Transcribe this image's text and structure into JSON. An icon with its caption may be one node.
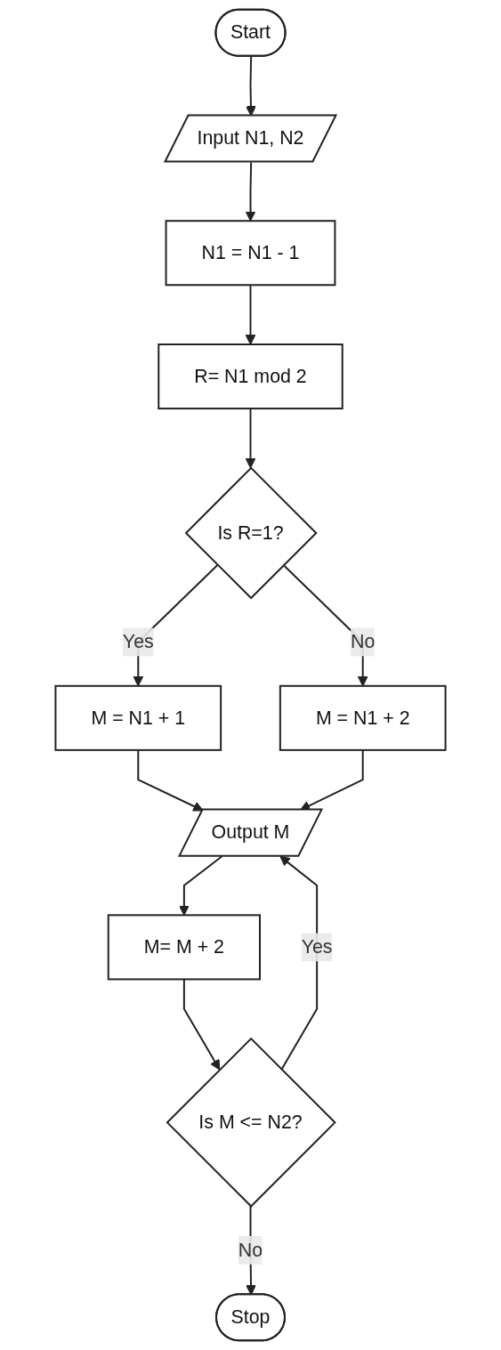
{
  "diagram": {
    "nodes": [
      {
        "text": [
          "Start"
        ]
      },
      {
        "text": [
          "Input N1, N2"
        ]
      },
      {
        "text": [
          "N1 = N1 - 1"
        ]
      },
      {
        "text": [
          "R= N1 mod 2"
        ]
      },
      {
        "text": [
          "Is R=1?"
        ]
      },
      {
        "text": [
          "M = N1 + 1"
        ]
      },
      {
        "text": [
          "M = N1 + 2"
        ]
      },
      {
        "text": [
          "Output M"
        ]
      },
      {
        "text": [
          "M= M + 2"
        ]
      },
      {
        "text": [
          "Is M <= N2?"
        ]
      },
      {
        "text": [
          "Stop"
        ]
      }
    ],
    "edges": [
      {
        "from": 0,
        "to": 1,
        "arrow": "to"
      },
      {
        "from": 1,
        "to": 2,
        "arrow": "to"
      },
      {
        "from": 2,
        "to": 3,
        "arrow": "to"
      },
      {
        "from": 3,
        "to": 4,
        "arrow": "to"
      },
      {
        "from": 4,
        "to": 5,
        "label": "Yes",
        "arrow": "to"
      },
      {
        "from": 4,
        "to": 6,
        "label": "No",
        "arrow": "to"
      },
      {
        "from": 5,
        "to": 7,
        "arrow": "to"
      },
      {
        "from": 6,
        "to": 7,
        "arrow": "to"
      },
      {
        "from": 7,
        "to": 8,
        "arrow": "to"
      },
      {
        "from": 8,
        "to": 9,
        "arrow": "to"
      },
      {
        "from": 9,
        "to": 7,
        "label": "Yes",
        "arrow": "to"
      },
      {
        "from": 9,
        "to": 10,
        "label": "No",
        "arrow": "to"
      }
    ]
  }
}
